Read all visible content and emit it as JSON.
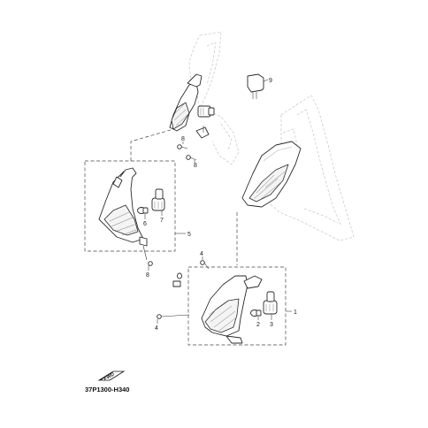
{
  "diagram": {
    "drawing_code": "37P1300-H340",
    "fwd_badge": "FWD",
    "callouts": {
      "p1": "1",
      "p2": "2",
      "p3": "3",
      "p4a": "4",
      "p4b": "4",
      "p5": "5",
      "p6": "6",
      "p7": "7",
      "p8a": "8",
      "p8b": "8",
      "p8c": "8",
      "p9": "9"
    }
  }
}
